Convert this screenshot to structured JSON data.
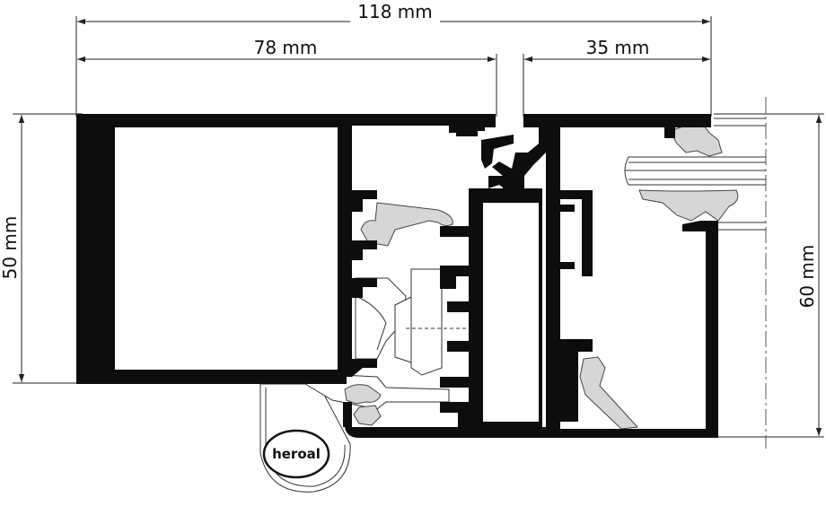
{
  "dimensions": {
    "overall_width": "118 mm",
    "left_width": "78 mm",
    "right_width": "35 mm",
    "left_height": "50 mm",
    "right_height": "60 mm"
  },
  "brand": {
    "logo_text": "heroal"
  },
  "colors": {
    "profile": "#0d0d0d",
    "gasket": "#d6d6d6",
    "line": "#222222"
  }
}
